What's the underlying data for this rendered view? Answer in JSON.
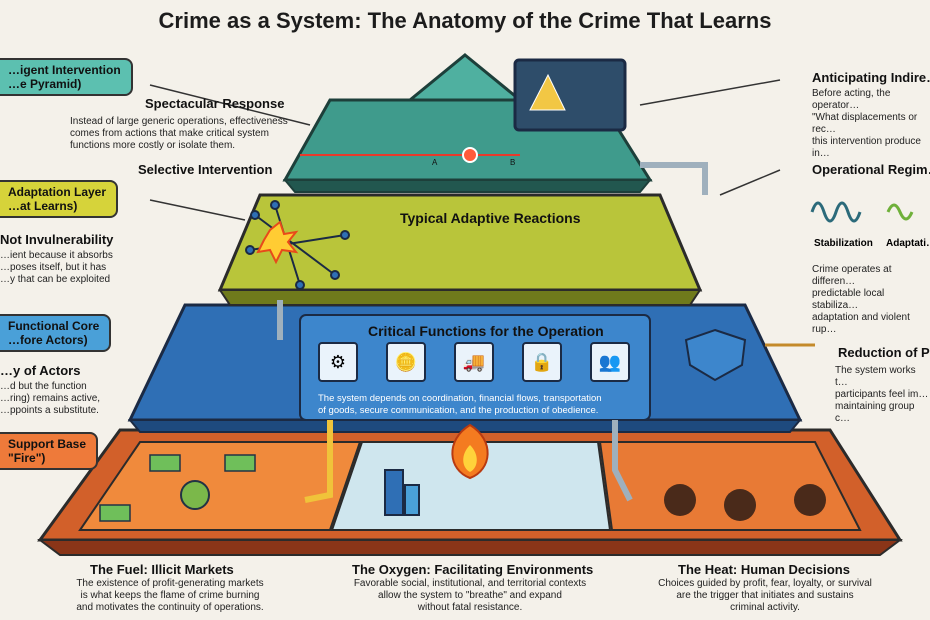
{
  "title": "Crime as a System: The Anatomy of the Crime That Learns",
  "left_tabs": {
    "pyramid": [
      "…igent Intervention",
      "…e Pyramid)"
    ],
    "adaptation": [
      "Adaptation Layer",
      "…at Learns)"
    ],
    "core": [
      "Functional Core",
      "…fore Actors)"
    ],
    "support": [
      "Support Base",
      "\"Fire\")"
    ]
  },
  "top": {
    "spectacular_title": "Spectacular Response",
    "spectacular_text": [
      "Instead of large generic operations, effectiveness",
      "comes from actions that make critical system",
      "functions more costly or isolate them."
    ],
    "selective": "Selective Intervention",
    "ab_a": "A",
    "ab_b": "B"
  },
  "adaptive": {
    "title": "Typical Adaptive Reactions",
    "not_invuln_title": "Not Invulnerability",
    "not_invuln_text": [
      "…ient because it absorbs",
      "…poses itself, but it has",
      "…y that can be exploited"
    ]
  },
  "core": {
    "title": "Critical Functions for the Operation",
    "text": [
      "The system depends on coordination, financial flows, transportation",
      "of goods, secure communication, and the production of obedience."
    ],
    "actors_title": "…y of Actors",
    "actors_text": [
      "…d but the function",
      "…ring) remains active,",
      "…ppoints a substitute."
    ]
  },
  "right": {
    "anticipating_title": "Anticipating Indire…",
    "anticipating_text": [
      "Before acting, the operator…",
      "\"What displacements or rec…",
      "this intervention produce in…"
    ],
    "regime_title": "Operational Regim…",
    "stabilization": "Stabilization",
    "adaptation": "Adaptati…",
    "regime_text": [
      "Crime operates at differen…",
      "predictable local stabiliza…",
      "adaptation and violent rup…"
    ],
    "reduction_title": "Reduction of P…",
    "reduction_text": [
      "The system works t…",
      "participants feel im…",
      "maintaining group c…"
    ]
  },
  "bottom": {
    "fuel_title": "The Fuel: Illicit Markets",
    "fuel_text": [
      "The existence of profit-generating markets",
      "is what keeps the flame of crime burning",
      "and motivates the continuity of operations."
    ],
    "oxygen_title": "The Oxygen: Facilitating Environments",
    "oxygen_text": [
      "Favorable social, institutional, and territorial contexts",
      "allow the system to \"breathe\" and expand",
      "without fatal resistance."
    ],
    "heat_title": "The Heat: Human Decisions",
    "heat_text": [
      "Choices guided by profit, fear, loyalty, or survival",
      "are the trigger that initiates and sustains",
      "criminal activity."
    ]
  },
  "colors": {
    "top_layer": "#3f9b8c",
    "adaptive_layer": "#b9c53a",
    "core_layer": "#2f6fb5",
    "base_layer": "#d2602a",
    "tab_pyramid": "#5cc0b0",
    "tab_adaptation": "#d6d33a",
    "tab_core": "#4aa0d8",
    "tab_support": "#ee7a3a"
  }
}
